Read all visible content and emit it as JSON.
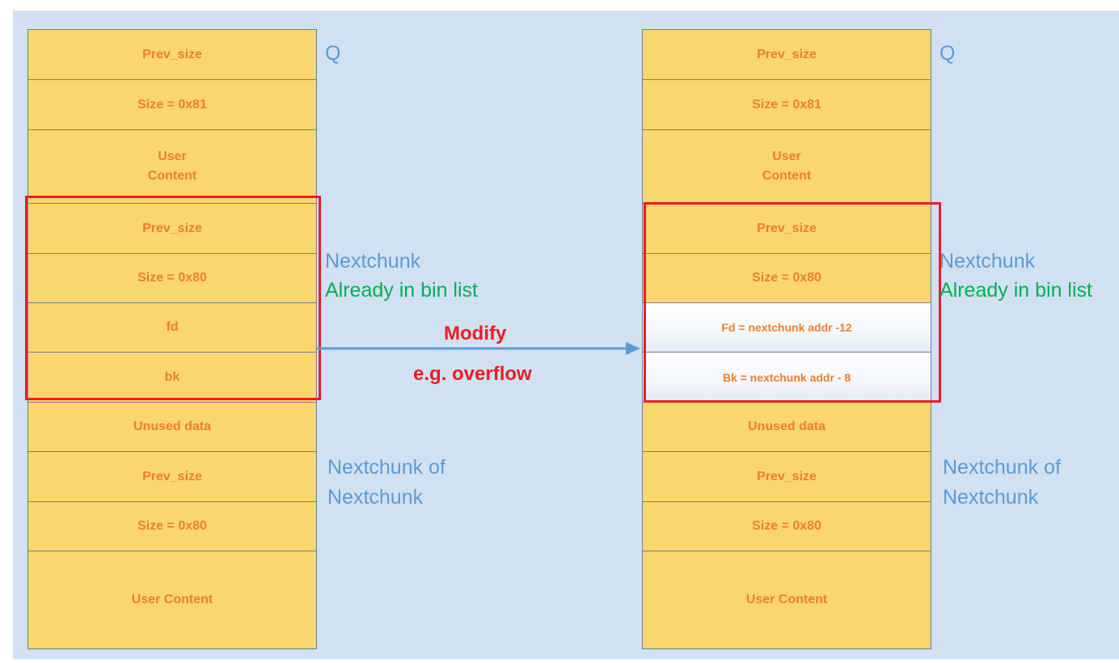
{
  "diagram": {
    "left_stack": {
      "cells": [
        "Prev_size",
        "Size = 0x81",
        "User\nContent",
        "Prev_size",
        "Size = 0x80",
        "fd",
        "bk",
        "Unused data",
        "Prev_size",
        "Size = 0x80",
        "User Content"
      ],
      "labels": {
        "q": "Q",
        "nextchunk": "Nextchunk",
        "already": "Already in bin list",
        "nextnext_1": "Nextchunk of",
        "nextnext_2": "Nextchunk"
      }
    },
    "right_stack": {
      "cells": [
        "Prev_size",
        "Size = 0x81",
        "User\nContent",
        "Prev_size",
        "Size = 0x80",
        "Fd = nextchunk addr -12",
        "Bk = nextchunk addr - 8",
        "Unused data",
        "Prev_size",
        "Size = 0x80",
        "User Content"
      ],
      "labels": {
        "q": "Q",
        "nextchunk": "Nextchunk",
        "already": "Already in bin list",
        "nextnext_1": "Nextchunk of",
        "nextnext_2": "Nextchunk"
      }
    },
    "arrow": {
      "label_top": "Modify",
      "label_bottom": "e.g. overflow"
    },
    "colors": {
      "background": "#d2e1f2",
      "cell_fill": "#fad76e",
      "cell_text": "#ea7f2f",
      "highlight_box": "#ee1b24",
      "label_blue": "#5b9bd5",
      "label_green": "#00b050",
      "arrow": "#5b9bd5"
    }
  }
}
